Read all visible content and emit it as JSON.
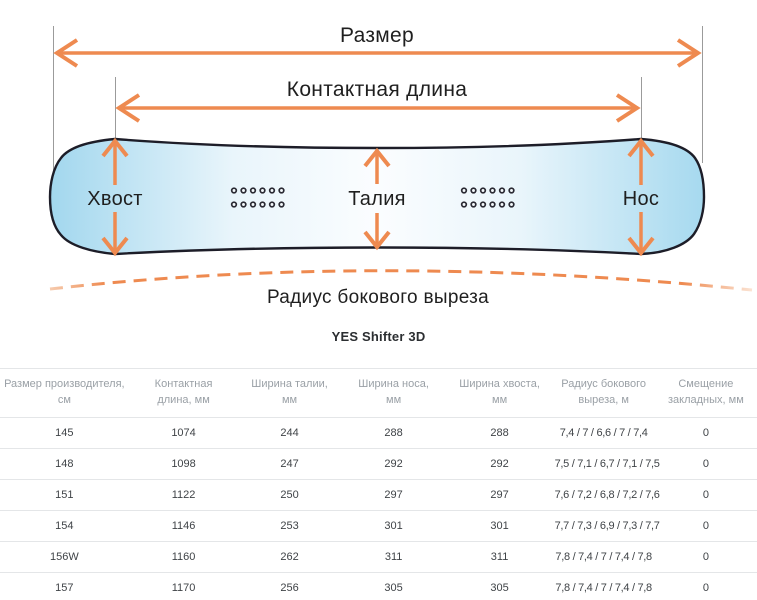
{
  "diagram": {
    "size_label": "Размер",
    "contact_length_label": "Контактная длина",
    "tail_label": "Хвост",
    "waist_label": "Талия",
    "nose_label": "Нос",
    "sidecut_label": "Радиус бокового выреза",
    "colors": {
      "arrow_orange": "#EE8A50",
      "board_edge_fill": "#A4D8EF",
      "board_center_fill": "#FCFEFF",
      "board_outline": "#1D1D28",
      "guide_line": "#9B9B9B"
    }
  },
  "table": {
    "title": "YES Shifter 3D",
    "columns": [
      [
        "Размер производителя,",
        "см"
      ],
      [
        "Контактная",
        "длина, мм"
      ],
      [
        "Ширина талии,",
        "мм"
      ],
      [
        "Ширина носа,",
        "мм"
      ],
      [
        "Ширина хвоста,",
        "мм"
      ],
      [
        "Радиус бокового",
        "выреза, м"
      ],
      [
        "Смещение",
        "закладных, мм"
      ]
    ],
    "rows": [
      [
        "145",
        "1074",
        "244",
        "288",
        "288",
        "7,4 / 7 / 6,6 / 7 / 7,4",
        "0"
      ],
      [
        "148",
        "1098",
        "247",
        "292",
        "292",
        "7,5 / 7,1 / 6,7 / 7,1 / 7,5",
        "0"
      ],
      [
        "151",
        "1122",
        "250",
        "297",
        "297",
        "7,6 / 7,2 / 6,8 / 7,2 / 7,6",
        "0"
      ],
      [
        "154",
        "1146",
        "253",
        "301",
        "301",
        "7,7 / 7,3 / 6,9 / 7,3 / 7,7",
        "0"
      ],
      [
        "156W",
        "1160",
        "262",
        "311",
        "311",
        "7,8 / 7,4 / 7 / 7,4 / 7,8",
        "0"
      ],
      [
        "157",
        "1170",
        "256",
        "305",
        "305",
        "7,8 / 7,4 / 7 / 7,4 / 7,8",
        "0"
      ]
    ]
  }
}
